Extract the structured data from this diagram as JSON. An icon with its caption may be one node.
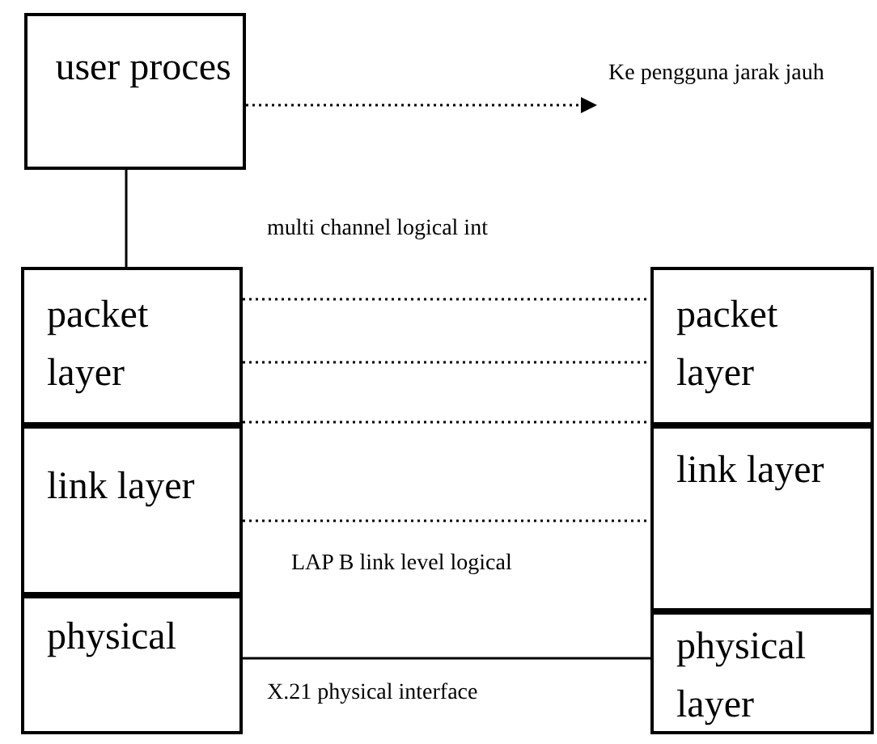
{
  "diagram": {
    "nodes": [
      {
        "text": [
          "user proces"
        ]
      },
      {
        "text": [
          "Ke pengguna jarak jauh"
        ]
      },
      {
        "text": [
          "packet layer"
        ]
      },
      {
        "text": [
          "link layer"
        ]
      },
      {
        "text": [
          "physical"
        ]
      },
      {
        "text": [
          "packet layer"
        ]
      },
      {
        "text": [
          "link layer"
        ]
      },
      {
        "text": [
          "physical layer"
        ]
      }
    ],
    "edges": [
      {
        "from": 0,
        "to": 1,
        "arrow": "to",
        "style": "dashed"
      },
      {
        "from": 0,
        "to": 2,
        "arrow": "none"
      },
      {
        "from": 2,
        "to": 5,
        "arrow": "none",
        "style": "dashed",
        "label": "multi channel logical int"
      },
      {
        "from": 2,
        "to": 5,
        "arrow": "none",
        "style": "dashed"
      },
      {
        "from": 2,
        "to": 5,
        "arrow": "none",
        "style": "dashed"
      },
      {
        "from": 3,
        "to": 6,
        "arrow": "none",
        "style": "dashed",
        "label": "LAP B link level logical"
      },
      {
        "from": 4,
        "to": 7,
        "arrow": "none",
        "label": "X.21 physical interface"
      }
    ]
  }
}
